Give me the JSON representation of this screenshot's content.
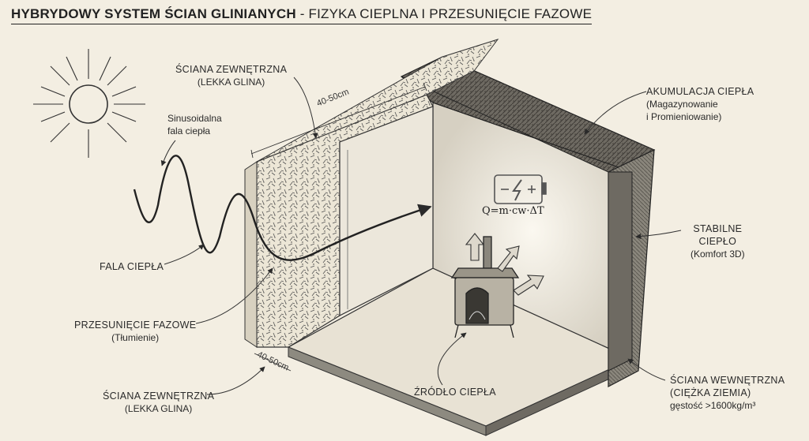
{
  "title": {
    "bold": "HYBRYDOWY SYSTEM ŚCIAN GLINIANYCH",
    "dash": " - ",
    "rest": "FIZYKA CIEPLNA I PRZESUNIĘCIE FAZOWE"
  },
  "labels": {
    "outer_wall_top": {
      "main": "ŚCIANA ZEWNĘTRZNA",
      "sub": "(LEKKA GLINA)"
    },
    "sine_wave": {
      "main": "Sinusoidalna",
      "sub": "fala ciepła"
    },
    "heat_wave": {
      "main": "FALA CIEPŁA"
    },
    "phase_shift": {
      "main": "PRZESUNIĘCIE FAZOWE",
      "sub": "(Tłumienie)"
    },
    "outer_wall_bottom": {
      "main": "ŚCIANA ZEWNĘTRZNA",
      "sub": "(LEKKA GLINA)"
    },
    "heat_source": {
      "main": "ŹRÓDŁO CIEPŁA"
    },
    "heat_storage": {
      "main": "AKUMULACJA CIEPŁA",
      "sub1": "(Magazynowanie",
      "sub2": "i Promieniowanie)"
    },
    "stable_heat": {
      "main1": "STABILNE",
      "main2": "CIEPŁO",
      "sub": "(Komfort 3D)"
    },
    "inner_wall": {
      "main": "ŚCIANA WEWNĘTRZNA",
      "sub": "(CIĘŻKA ZIEMIA)",
      "density": "gęstość >1600kg/m³"
    }
  },
  "dimensions": {
    "top": "40-50cm",
    "bottom": "40-50cm"
  },
  "formula": "Q=m·cw·ΔT"
}
